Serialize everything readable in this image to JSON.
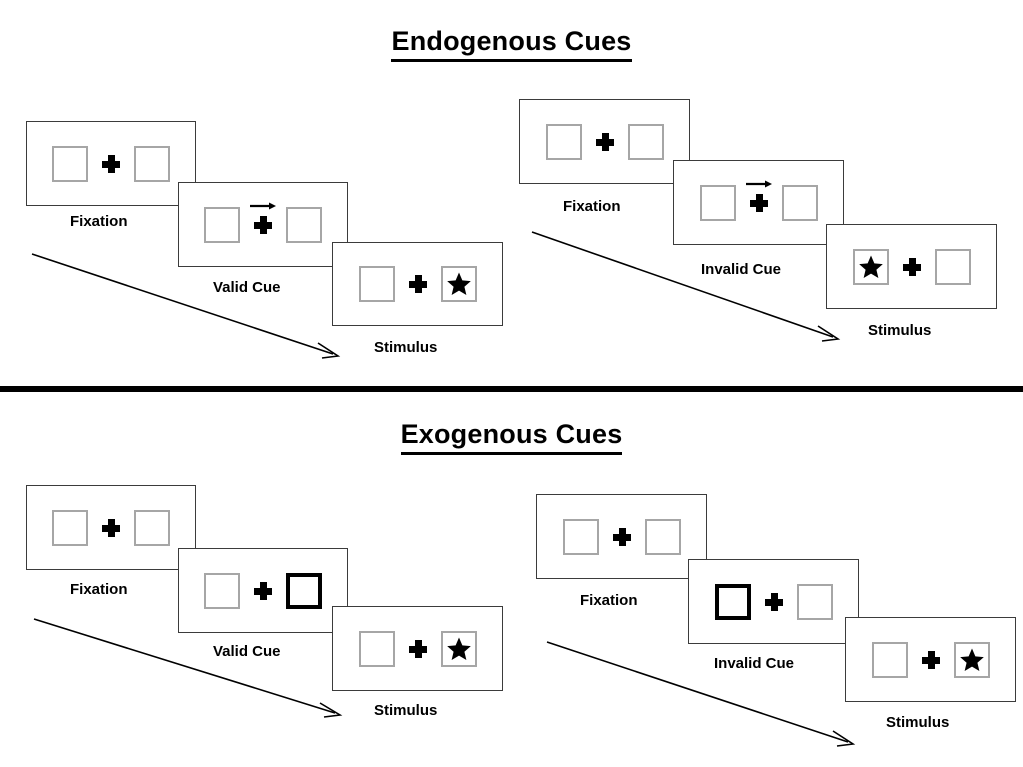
{
  "page": {
    "background": "#ffffff",
    "box_border_color": "#a6a6a6",
    "cued_box_border_color": "#000000",
    "frame_border_color": "#3b3b3b",
    "divider_color": "#000000"
  },
  "sections": [
    {
      "id": "endogenous",
      "title": "Endogenous Cues",
      "conditions": [
        {
          "id": "endogenous-valid",
          "cue_type": "arrow",
          "panels": [
            {
              "stage": "Fixation",
              "caption": "Fixation",
              "left_box": "empty",
              "right_box": "empty",
              "cue": "none",
              "arrow_direction": ""
            },
            {
              "stage": "Cue",
              "caption": "Valid Cue",
              "left_box": "empty",
              "right_box": "empty",
              "cue": "arrow-right",
              "arrow_direction": "right"
            },
            {
              "stage": "Stimulus",
              "caption": "Stimulus",
              "left_box": "empty",
              "right_box": "star",
              "cue": "none",
              "arrow_direction": ""
            }
          ]
        },
        {
          "id": "endogenous-invalid",
          "cue_type": "arrow",
          "panels": [
            {
              "stage": "Fixation",
              "caption": "Fixation",
              "left_box": "empty",
              "right_box": "empty",
              "cue": "none",
              "arrow_direction": ""
            },
            {
              "stage": "Cue",
              "caption": "Invalid Cue",
              "left_box": "empty",
              "right_box": "empty",
              "cue": "arrow-right",
              "arrow_direction": "right"
            },
            {
              "stage": "Stimulus",
              "caption": "Stimulus",
              "left_box": "star",
              "right_box": "empty",
              "cue": "none",
              "arrow_direction": ""
            }
          ]
        }
      ]
    },
    {
      "id": "exogenous",
      "title": "Exogenous Cues",
      "conditions": [
        {
          "id": "exogenous-valid",
          "cue_type": "box-highlight",
          "panels": [
            {
              "stage": "Fixation",
              "caption": "Fixation",
              "left_box": "empty",
              "right_box": "empty",
              "cue": "none"
            },
            {
              "stage": "Cue",
              "caption": "Valid Cue",
              "left_box": "empty",
              "right_box": "highlight",
              "cue": "right-box-highlight"
            },
            {
              "stage": "Stimulus",
              "caption": "Stimulus",
              "left_box": "empty",
              "right_box": "star",
              "cue": "none"
            }
          ]
        },
        {
          "id": "exogenous-invalid",
          "cue_type": "box-highlight",
          "panels": [
            {
              "stage": "Fixation",
              "caption": "Fixation",
              "left_box": "empty",
              "right_box": "empty",
              "cue": "none"
            },
            {
              "stage": "Cue",
              "caption": "Invalid Cue",
              "left_box": "highlight",
              "right_box": "empty",
              "cue": "left-box-highlight"
            },
            {
              "stage": "Stimulus",
              "caption": "Stimulus",
              "left_box": "empty",
              "right_box": "star",
              "cue": "none"
            }
          ]
        }
      ]
    }
  ],
  "icons": {
    "fixation_cross": "plus-icon",
    "target_star": "star-icon",
    "direction_cue": "arrow-right-icon",
    "time_flow": "diagonal-arrow-icon"
  }
}
